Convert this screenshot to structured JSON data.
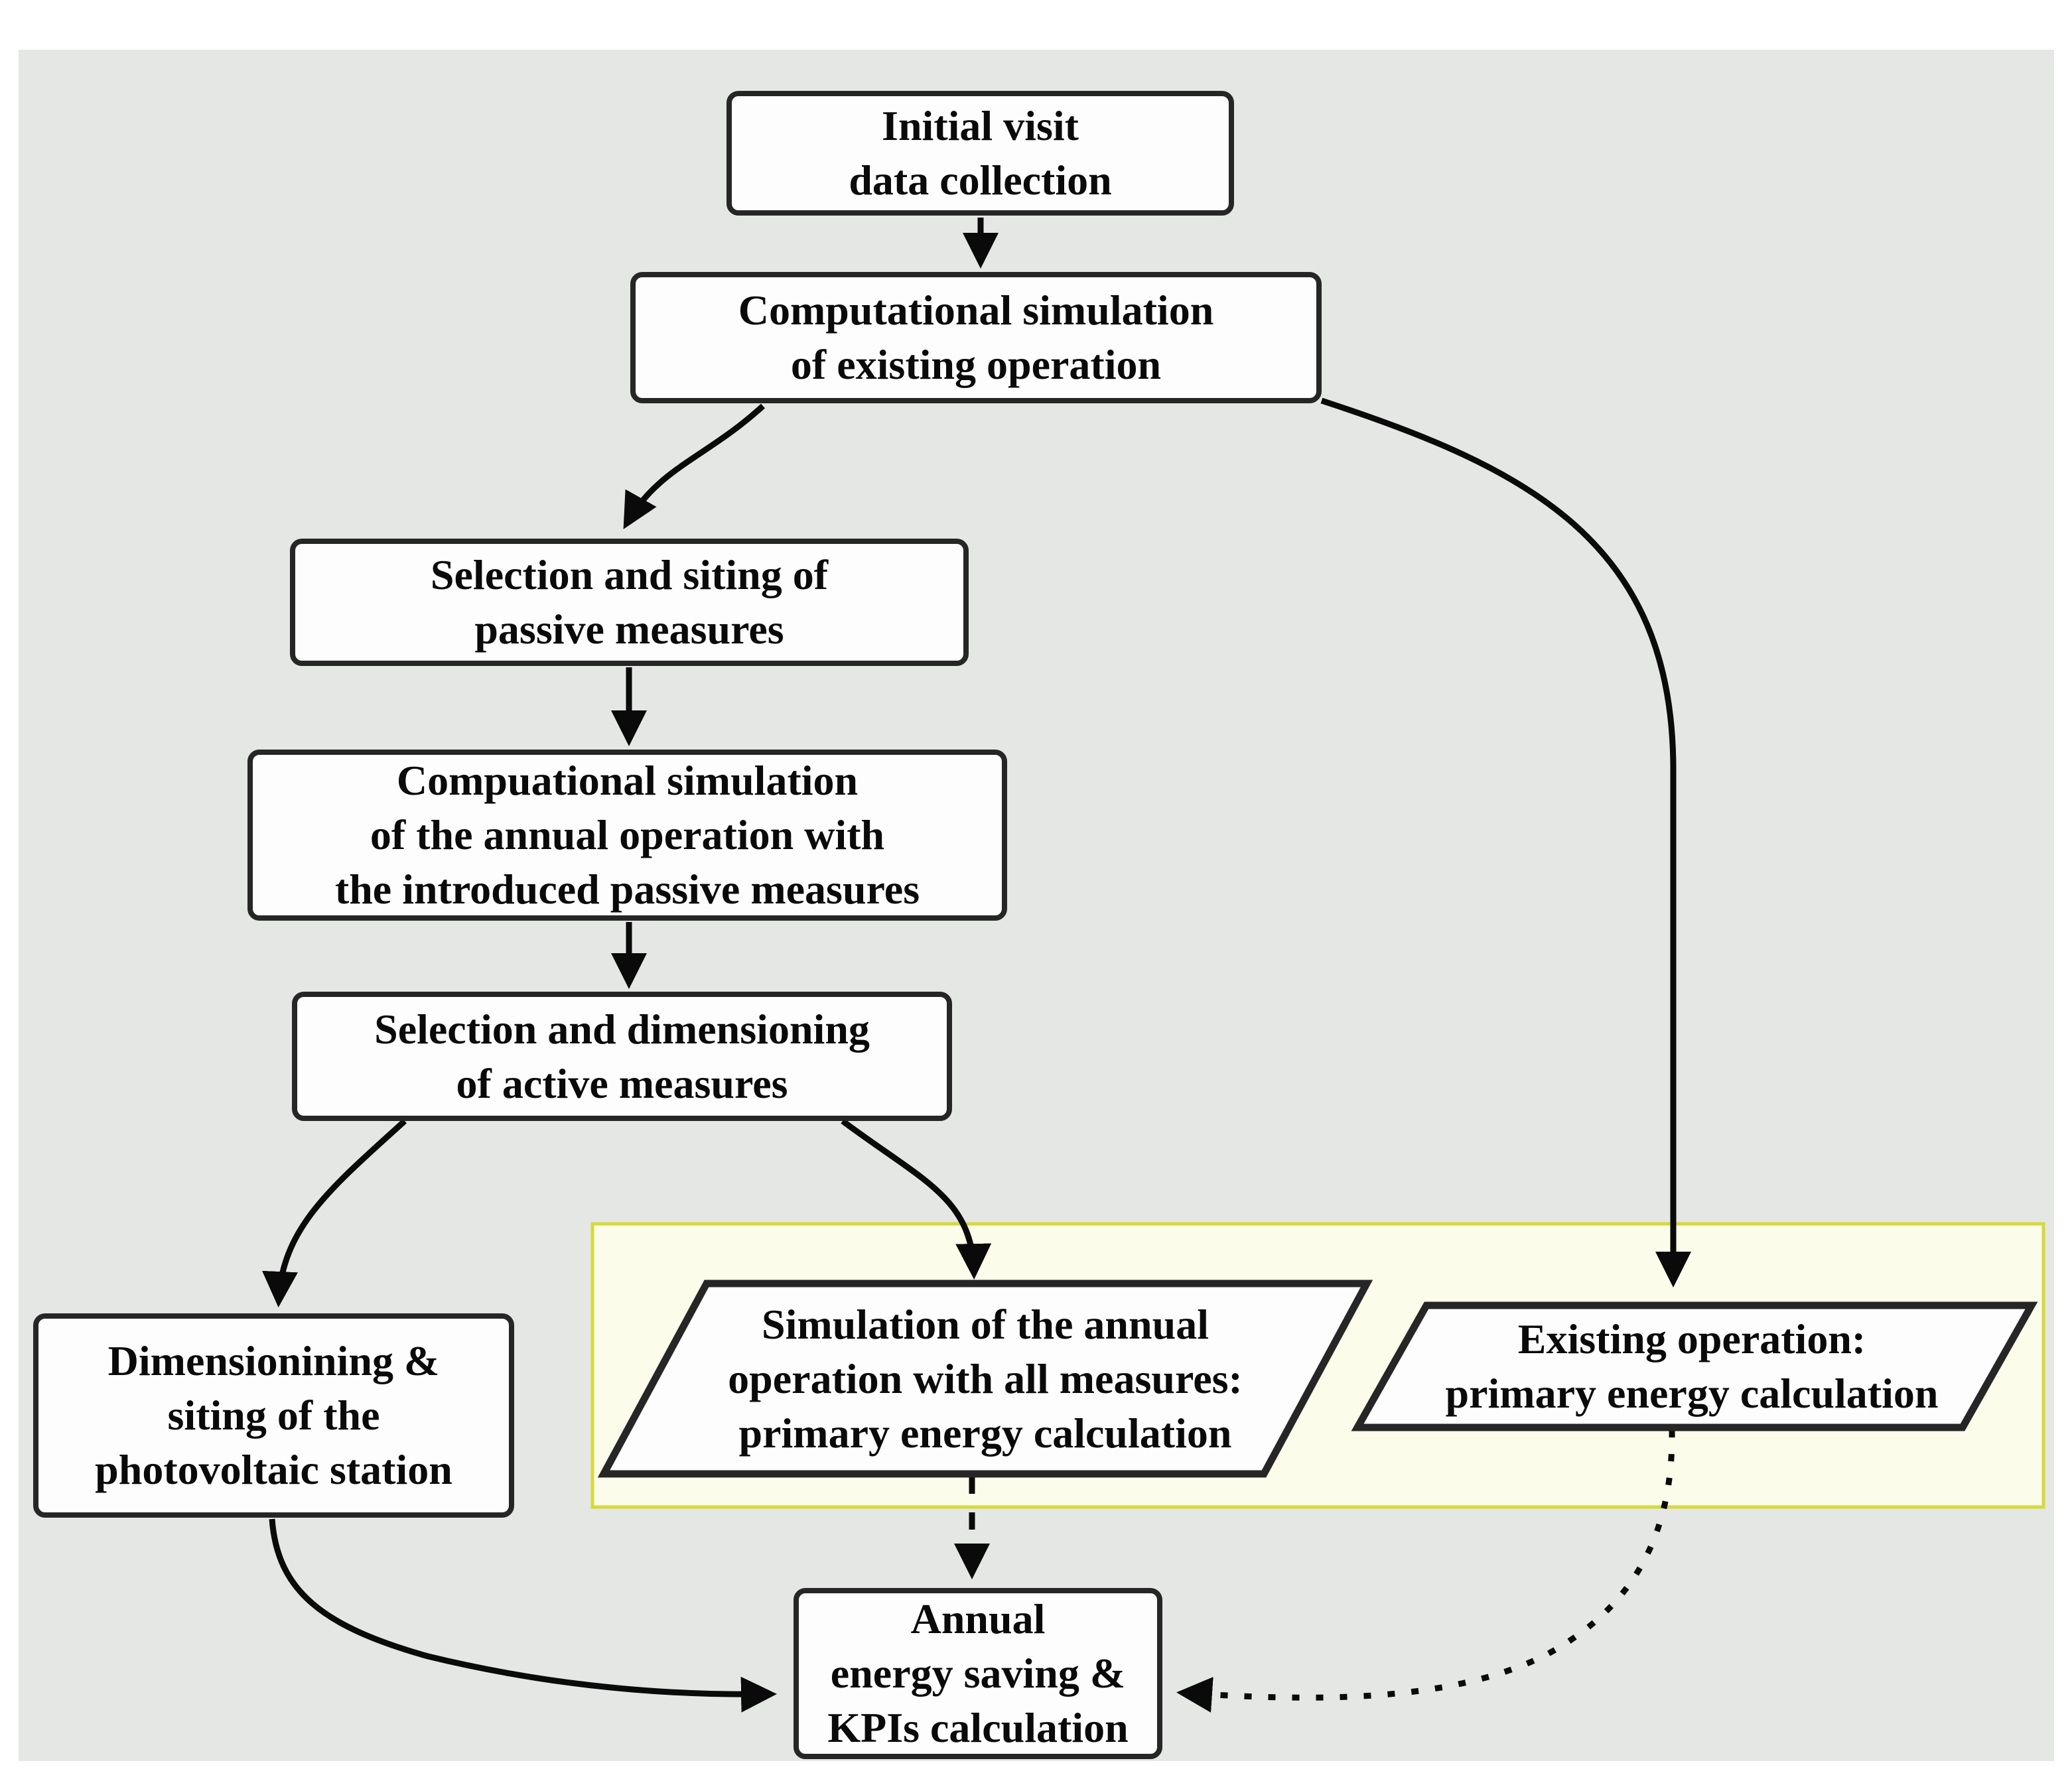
{
  "diagram": {
    "title": "Energy audit and simulation methodology flowchart",
    "nodes": {
      "initial_visit": {
        "label": "Initial visit\ndata collection",
        "shape": "rectangle"
      },
      "comp_sim_existing": {
        "label": "Computational simulation\nof existing operation",
        "shape": "rectangle"
      },
      "selection_passive": {
        "label": "Selection and siting of\npassive measures",
        "shape": "rectangle"
      },
      "comp_sim_passive": {
        "label": "Compuational simulation\nof the annual operation with\nthe introduced passive measures",
        "shape": "rectangle"
      },
      "selection_active": {
        "label": "Selection and dimensioning\nof active measures",
        "shape": "rectangle"
      },
      "pv_station": {
        "label": "Dimensionining &\nsiting of the\nphotovoltaic station",
        "shape": "rectangle"
      },
      "sim_all_measures": {
        "label": "Simulation of the annual\noperation with all measures:\nprimary energy calculation",
        "shape": "parallelogram"
      },
      "existing_primary": {
        "label": "Existing operation:\nprimary energy calculation",
        "shape": "parallelogram"
      },
      "annual_savings": {
        "label": "Annual\nenergy saving &\nKPIs calculation",
        "shape": "rectangle"
      }
    },
    "edges": [
      {
        "from": "initial_visit",
        "to": "comp_sim_existing",
        "style": "solid"
      },
      {
        "from": "comp_sim_existing",
        "to": "selection_passive",
        "style": "solid"
      },
      {
        "from": "selection_passive",
        "to": "comp_sim_passive",
        "style": "solid"
      },
      {
        "from": "comp_sim_passive",
        "to": "selection_active",
        "style": "solid"
      },
      {
        "from": "selection_active",
        "to": "pv_station",
        "style": "solid"
      },
      {
        "from": "selection_active",
        "to": "sim_all_measures",
        "style": "solid"
      },
      {
        "from": "comp_sim_existing",
        "to": "existing_primary",
        "style": "solid"
      },
      {
        "from": "sim_all_measures",
        "to": "annual_savings",
        "style": "dashed"
      },
      {
        "from": "existing_primary",
        "to": "annual_savings",
        "style": "dashed"
      },
      {
        "from": "pv_station",
        "to": "annual_savings",
        "style": "solid"
      }
    ],
    "colors": {
      "background": "#e4e7e4",
      "node_fill": "#fdfdfd",
      "node_border": "#262626",
      "highlight_fill": "#fcfcea",
      "highlight_border": "#d6d83a",
      "arrow": "#0a0a0a",
      "text": "#0a0a0a"
    }
  }
}
